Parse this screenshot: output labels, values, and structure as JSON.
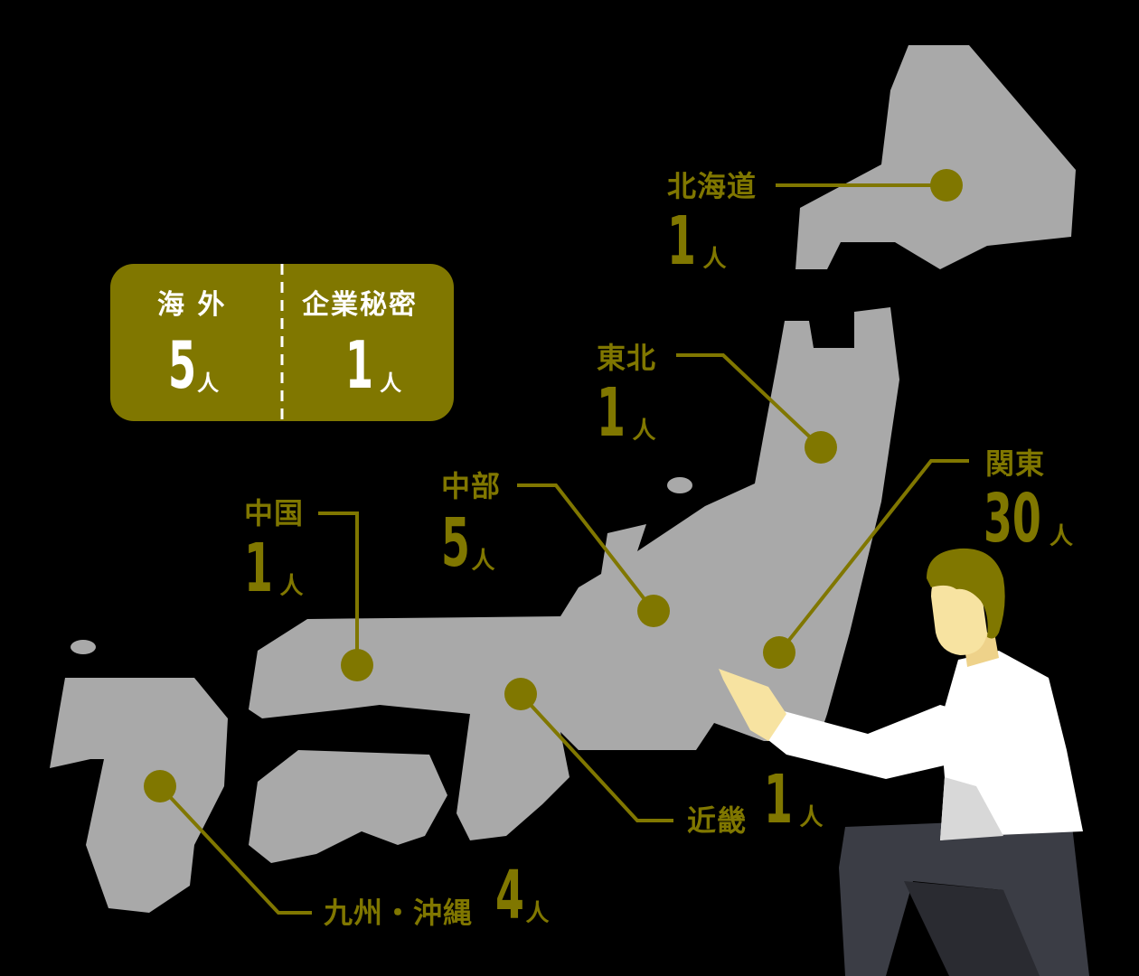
{
  "colors": {
    "accent": "#807700",
    "land": "#a9a9a9",
    "background": "#000000"
  },
  "regions": {
    "hokkaido": {
      "label": "北海道",
      "count": "1",
      "unit": "人"
    },
    "tohoku": {
      "label": "東北",
      "count": "1",
      "unit": "人"
    },
    "kanto": {
      "label": "関東",
      "count": "30",
      "unit": "人"
    },
    "chubu": {
      "label": "中部",
      "count": "5",
      "unit": "人"
    },
    "chugoku": {
      "label": "中国",
      "count": "1",
      "unit": "人"
    },
    "kinki": {
      "label": "近畿",
      "count": "1",
      "unit": "人"
    },
    "kyushu": {
      "label": "九州・沖縄",
      "count": "4",
      "unit": "人"
    }
  },
  "summary_box": {
    "overseas": {
      "label": "海 外",
      "count": "5",
      "unit": "人"
    },
    "confidential": {
      "label": "企業秘密",
      "count": "1",
      "unit": "人"
    }
  }
}
